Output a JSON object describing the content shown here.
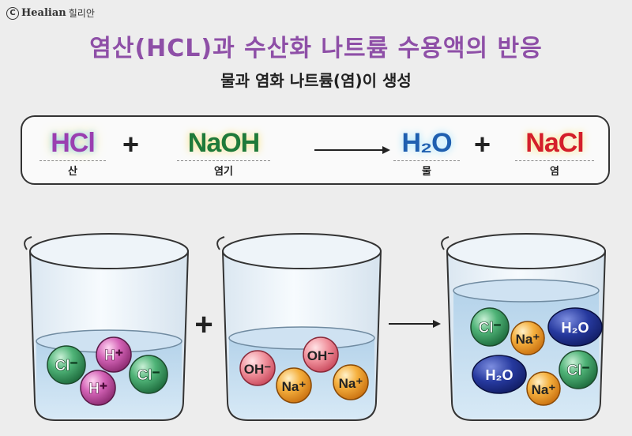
{
  "brand": {
    "symbol": "C",
    "name": "Healian",
    "name_kr": "힐리안"
  },
  "title": "염산(HCL)과 수산화 나트륨 수용액의 반응",
  "subtitle": "물과 염화 나트륨(염)이 생성",
  "equation": {
    "reactant1": {
      "formula": "HCl",
      "label": "산"
    },
    "plus1": "+",
    "reactant2": {
      "formula": "NaOH",
      "label": "염기"
    },
    "product1": {
      "formula": "H₂O",
      "label": "물"
    },
    "plus2": "+",
    "product2": {
      "formula": "NaCl",
      "label": "염"
    }
  },
  "beakers": {
    "plus": "+",
    "left_ions": [
      "Cl⁻",
      "H⁺",
      "Cl⁻",
      "H⁺"
    ],
    "middle_ions": [
      "OH⁻",
      "OH⁻",
      "Na⁺",
      "Na⁺"
    ],
    "right_ions": [
      "Cl⁻",
      "Na⁺",
      "H₂O",
      "H₂O",
      "Cl⁻",
      "Na⁺"
    ]
  },
  "colors": {
    "title": "#8e4fa7",
    "hcl": "#9a3fb0",
    "naoh": "#1f7a3a",
    "h2o": "#1f5fb0",
    "nacl": "#d41f2a",
    "cl_ion": "#2f8a52",
    "h_ion": "#b0428e",
    "oh_ion": "#e86b7b",
    "na_ion": "#ef9f2c",
    "h2o_ion": "#1a2d8c"
  }
}
